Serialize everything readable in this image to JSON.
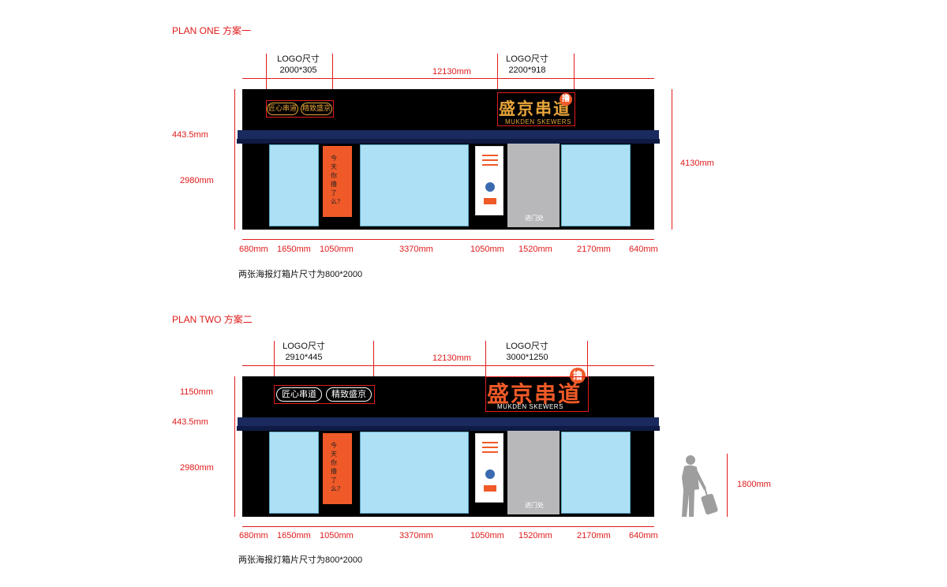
{
  "plan_one": {
    "title": "PLAN ONE  方案一",
    "logo_left": {
      "label": "LOGO尺寸",
      "size": "2000*305"
    },
    "logo_right": {
      "label": "LOGO尺寸",
      "size": "2200*918"
    },
    "total_width": "12130mm",
    "height_total": "4130mm",
    "height_awning": "443.5mm",
    "height_window": "2980mm",
    "widths": [
      "680mm",
      "1650mm",
      "1050mm",
      "3370mm",
      "1050mm",
      "1520mm",
      "2170mm",
      "640mm"
    ],
    "note": "两张海报灯箱片尺寸为800*2000",
    "slogans": [
      "匠心串道",
      "精致盛京"
    ],
    "brand": "盛京串道",
    "brand_sub": "MUKDEN SKEWERS",
    "badge": "撸",
    "door_label": "进门处",
    "poster_text": "今天你撸了么?"
  },
  "plan_two": {
    "title": "PLAN TWO  方案二",
    "logo_left": {
      "label": "LOGO尺寸",
      "size": "2910*445"
    },
    "logo_right": {
      "label": "LOGO尺寸",
      "size": "3000*1250"
    },
    "total_width": "12130mm",
    "height_sign": "1150mm",
    "height_awning": "443.5mm",
    "height_window": "2980mm",
    "height_person": "1800mm",
    "widths": [
      "680mm",
      "1650mm",
      "1050mm",
      "3370mm",
      "1050mm",
      "1520mm",
      "2170mm",
      "640mm"
    ],
    "note": "两张海报灯箱片尺寸为800*2000",
    "slogans": [
      "匠心串道",
      "精致盛京"
    ],
    "brand": "盛京串道",
    "brand_sub": "MUKDEN SKEWERS",
    "badge": "撸",
    "door_label": "进门处",
    "poster_text": "今天你撸了么?"
  },
  "colors": {
    "dim": "#e01b1b",
    "facade": "#000000",
    "awning": "#1b2a5e",
    "glass": "#aee0f5",
    "door": "#b8b8bb",
    "poster": "#f05a28",
    "brand_gold": "#e8a53a",
    "brand_orange": "#f05a28"
  },
  "icons": [
    "person-with-suitcase-icon"
  ]
}
